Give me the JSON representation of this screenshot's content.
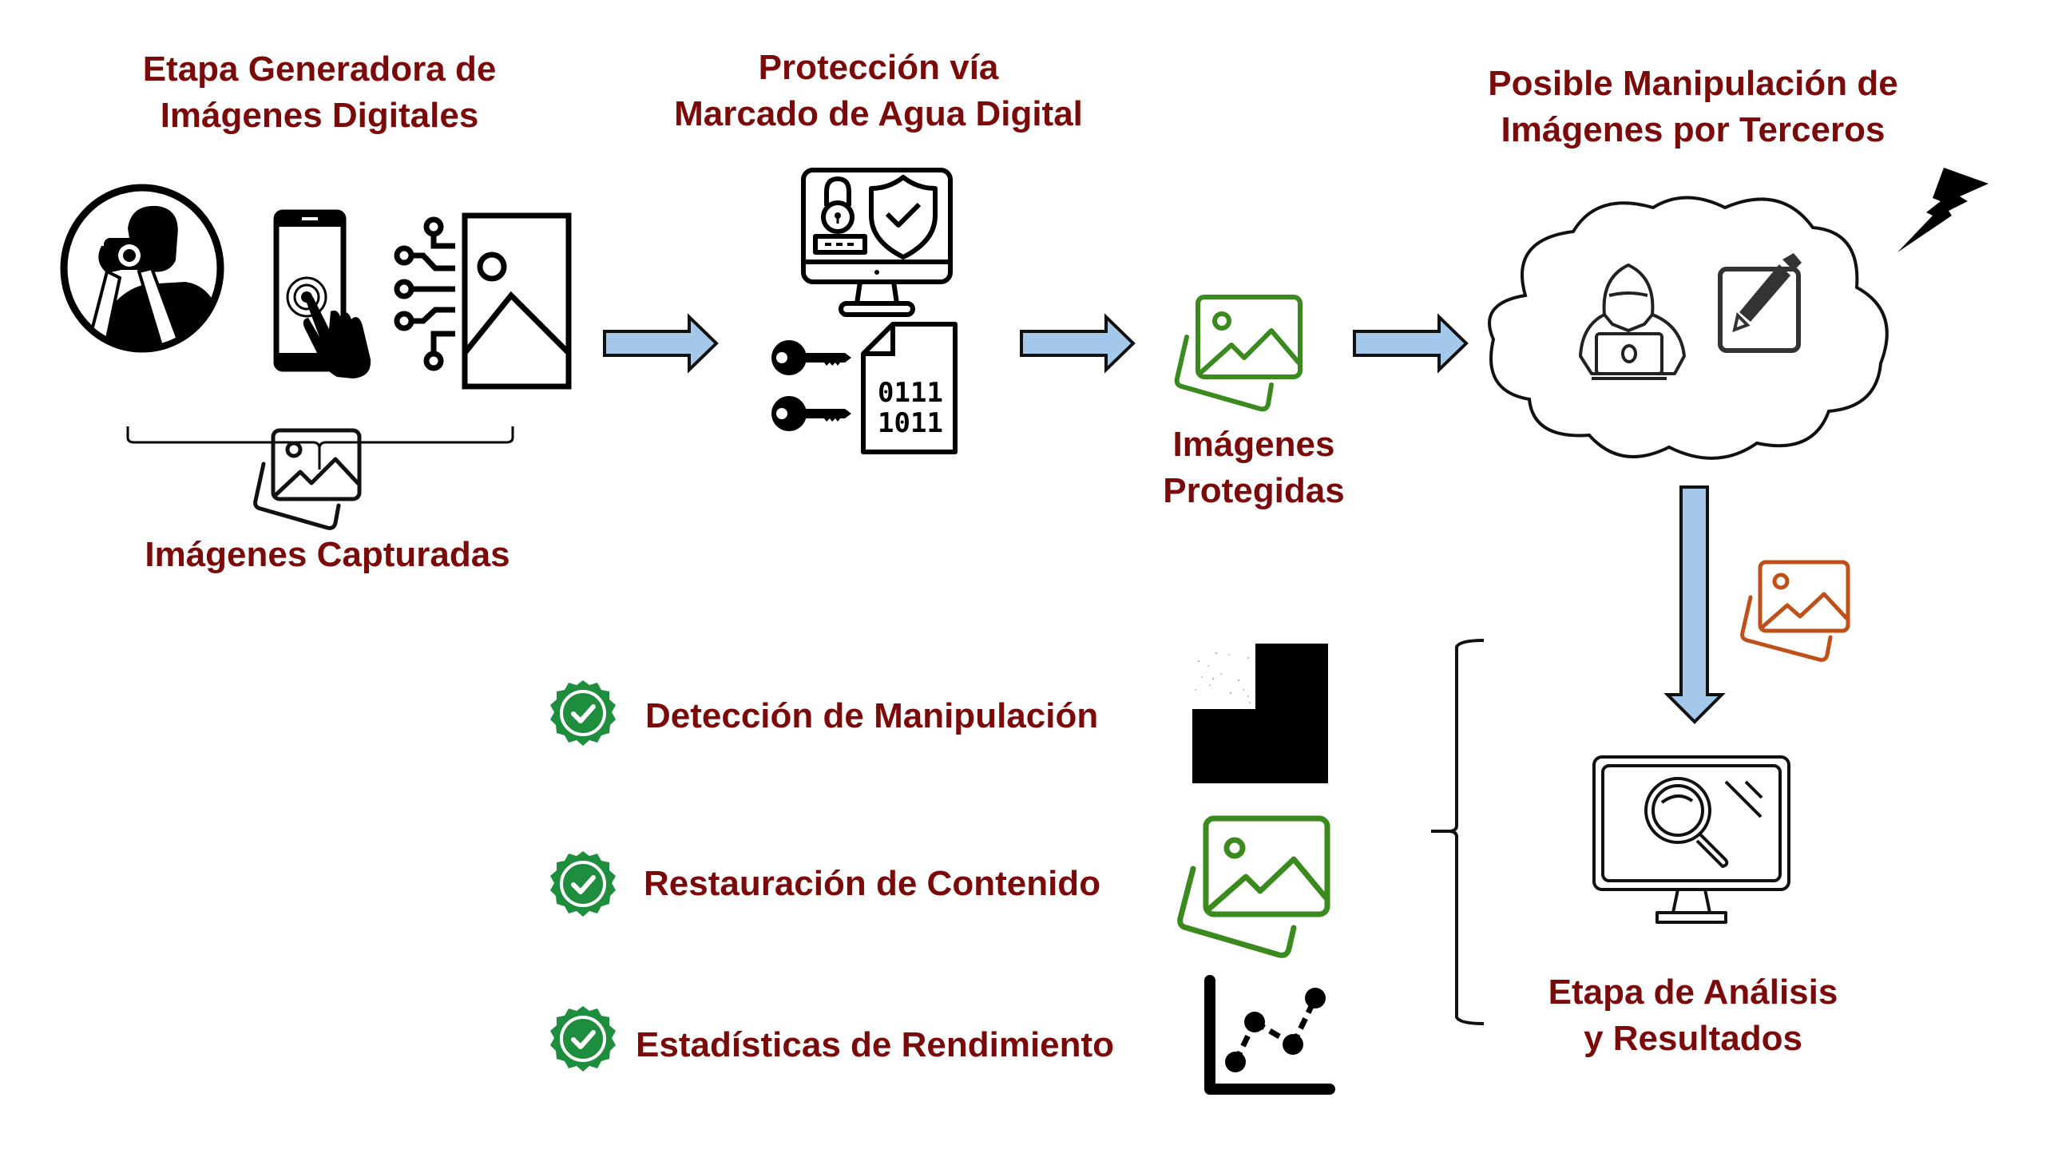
{
  "colors": {
    "title_text": "#7b0a0a",
    "arrow_fill": "#a3c8ea",
    "arrow_stroke": "#111111",
    "badge_green": "#1e8e3e",
    "protected_green": "#3a8a1e",
    "manipulated_orange": "#c0501a",
    "icon_black": "#000000"
  },
  "stages": {
    "generation": {
      "title_line1": "Etapa Generadora de",
      "title_line2": "Imágenes Digitales",
      "icons": [
        "photographer-icon",
        "smartphone-touch-icon",
        "ai-image-icon"
      ],
      "output_label": "Imágenes Capturadas"
    },
    "protection": {
      "title_line1": "Protección vía",
      "title_line2": "Marcado de Agua Digital",
      "icons": [
        "secure-monitor-icon",
        "keys-icon",
        "binary-document-icon"
      ],
      "binary_line1": "0111",
      "binary_line2": "1011",
      "output_label_line1": "Imágenes",
      "output_label_line2": "Protegidas"
    },
    "manipulation": {
      "title_line1": "Posible Manipulación de",
      "title_line2": "Imágenes por Terceros",
      "icons": [
        "cloud-icon",
        "hacker-icon",
        "edit-icon",
        "lightning-icon"
      ]
    },
    "analysis": {
      "title_line1": "Etapa de Análisis",
      "title_line2": "y Resultados",
      "icons": [
        "manipulated-image-icon",
        "analysis-monitor-icon"
      ]
    }
  },
  "results": [
    {
      "label": "Detección de Manipulación",
      "badge": "check-badge-icon",
      "icon": "tamper-mask-icon"
    },
    {
      "label": "Restauración de Contenido",
      "badge": "check-badge-icon",
      "icon": "restored-image-icon"
    },
    {
      "label": "Estadísticas de Rendimiento",
      "badge": "check-badge-icon",
      "icon": "performance-chart-icon"
    }
  ]
}
